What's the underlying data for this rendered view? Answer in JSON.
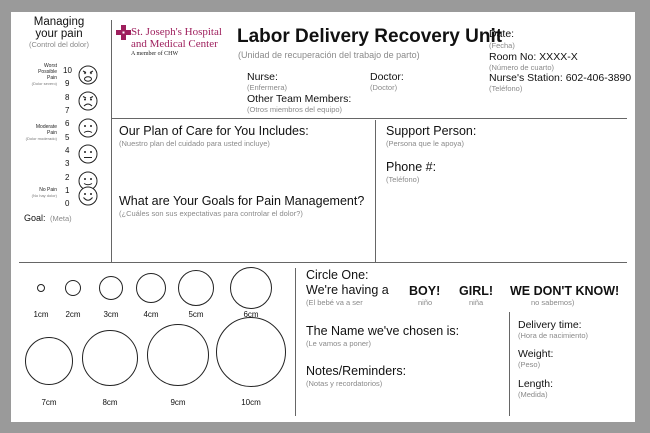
{
  "pain": {
    "title1": "Managing",
    "title2": "your pain",
    "subtitle": "(Control del dolor)",
    "worst": [
      "Worst",
      "Possible",
      "Pain"
    ],
    "worst_sub": "(Dolor severo)",
    "moderate": [
      "Moderate",
      "Pain"
    ],
    "moderate_sub": "(Dolor moderado)",
    "nopain": "No Pain",
    "nopain_sub": "(No hay dolor)",
    "numbers": [
      "10",
      "9",
      "8",
      "7",
      "6",
      "5",
      "4",
      "3",
      "2",
      "1",
      "0"
    ],
    "goal": "Goal:",
    "goal_sub": "(Meta)"
  },
  "hospital": {
    "name1": "St. Joseph's Hospital",
    "name2": "and Medical Center",
    "member": "A member of CHW",
    "brand_color": "#9e1f5d"
  },
  "header": {
    "title": "Labor Delivery Recovery Unit",
    "subtitle": "(Unidad de recuperación del trabajo de parto)"
  },
  "info": {
    "date": "Date:",
    "date_sub": "(Fecha)",
    "room": "Room No: XXXX-X",
    "room_sub": "(Número de cuarto)",
    "station": "Nurse's Station: 602-406-3890",
    "station_sub": "(Teléfono)"
  },
  "team": {
    "nurse": "Nurse:",
    "nurse_sub": "(Enfermera)",
    "doctor": "Doctor:",
    "doctor_sub": "(Doctor)",
    "others": "Other Team Members:",
    "others_sub": "(Otros miembros del equipo)"
  },
  "plan": {
    "title": "Our Plan of Care for You Includes:",
    "title_sub": "(Nuestro plan del cuidado para usted incluye)",
    "goals": "What are Your Goals for Pain Management?",
    "goals_sub": "(¿Cuáles son sus expectativas para controlar el dolor?)"
  },
  "support": {
    "person": "Support Person:",
    "person_sub": "(Persona que le apoya)",
    "phone": "Phone #:",
    "phone_sub": "(Teléfono)"
  },
  "dilation": {
    "labels": [
      "1cm",
      "2cm",
      "3cm",
      "4cm",
      "5cm",
      "6cm",
      "7cm",
      "8cm",
      "9cm",
      "10cm"
    ]
  },
  "baby": {
    "circle": "Circle One:",
    "having": "We're having a",
    "having_sub": "(El bebé va a ser",
    "boy": "BOY!",
    "boy_sub": "niño",
    "girl": "GIRL!",
    "girl_sub": "niña",
    "dontknow": "WE DON'T KNOW!",
    "dontknow_sub": "no sabemos)",
    "name": "The Name we've chosen is:",
    "name_sub": "(Le vamos a poner)",
    "notes": "Notes/Reminders:",
    "notes_sub": "(Notas y recordatorios)",
    "delivery": "Delivery time:",
    "delivery_sub": "(Hora de nacimiento)",
    "weight": "Weight:",
    "weight_sub": "(Peso)",
    "length": "Length:",
    "length_sub": "(Medida)"
  }
}
